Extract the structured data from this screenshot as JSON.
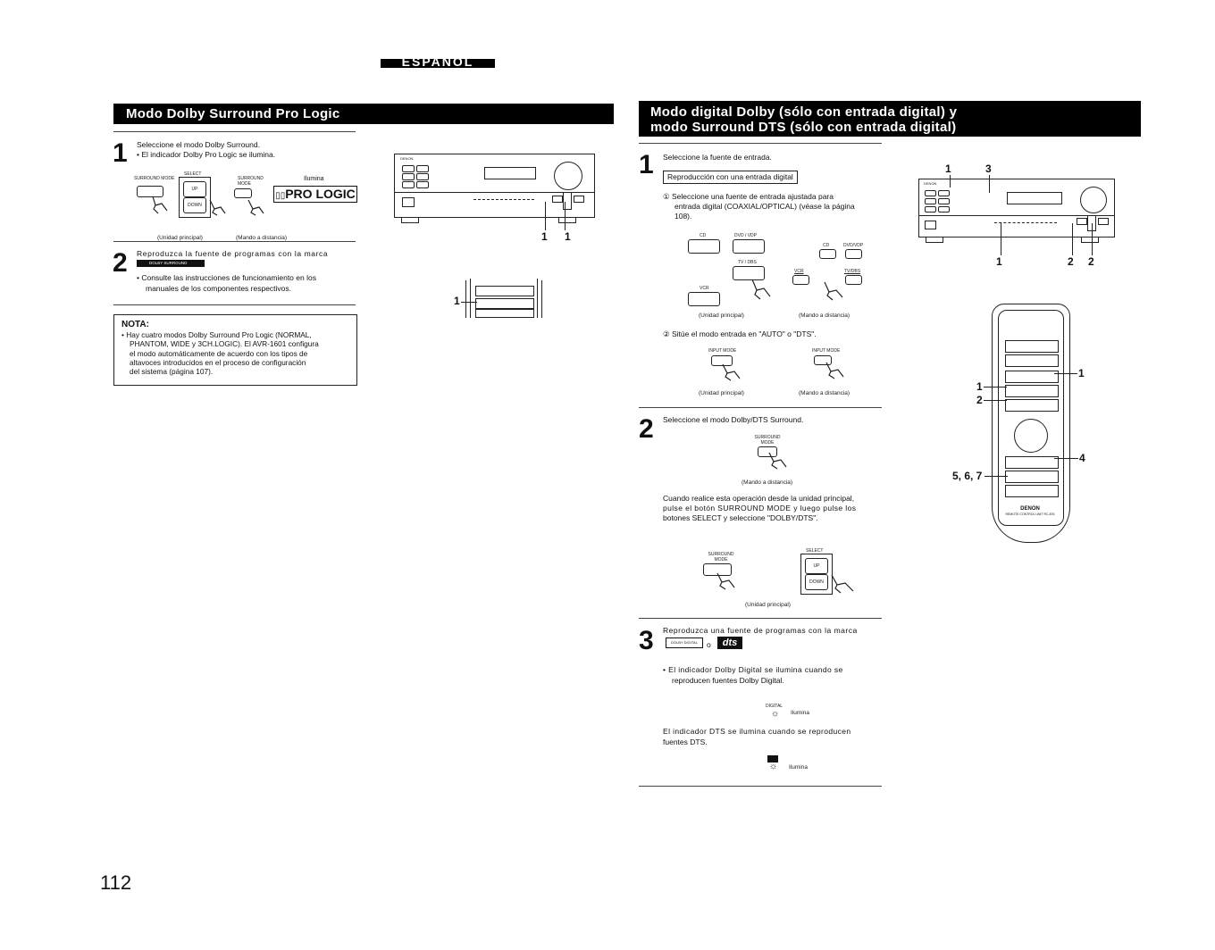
{
  "page": {
    "language_tab": "ESPAÑOL",
    "page_number": "112"
  },
  "left_section": {
    "title": "Modo Dolby Surround Pro Logic",
    "step1": {
      "num": "1",
      "line1": "Seleccione el modo Dolby Surround.",
      "line2": "• El indicador Dolby Pro Logic se ilumina.",
      "label_surround_mode": "SURROUND MODE",
      "label_select": "SELECT",
      "label_up": "UP",
      "label_down": "DOWN",
      "label_surround_mode2": "SURROUND MODE",
      "label_ilumina": "Ilumina",
      "pro_logic": "PRO LOGIC",
      "cap_main": "(Unidad principal)",
      "cap_remote": "(Mando a distancia)"
    },
    "step2": {
      "num": "2",
      "line1": "Reproduzca la fuente de programas con la marca",
      "mark": "DOLBY SURROUND",
      "line2": "• Consulte las instrucciones de funcionamiento en los",
      "line3": "manuales de los componentes respectivos."
    },
    "nota": {
      "title": "NOTA:",
      "lines": [
        "• Hay cuatro modos Dolby Surround Pro Logic (NORMAL,",
        "PHANTOM, WIDE y 3CH.LOGIC). El AVR-1601 configura",
        "el modo automáticamente de acuerdo con los tipos de",
        "altavoces introducidos en el proceso de configuración",
        "del sistema (página 107)."
      ]
    },
    "diagram": {
      "brand": "DENON",
      "callout_a": "1",
      "callout_b": "1",
      "callout_remote": "1"
    }
  },
  "right_section": {
    "title_line1": "Modo digital Dolby (sólo con entrada digital) y",
    "title_line2": "modo Surround DTS (sólo con entrada digital)",
    "step1": {
      "num": "1",
      "line": "Seleccione la fuente de entrada.",
      "boxed": "Reproducción con una entrada digital",
      "sub1_l1": "① Seleccione una fuente de entrada ajustada para",
      "sub1_l2": "entrada digital (COAXIAL/OPTICAL) (véase la página",
      "sub1_l3": "108).",
      "cd": "CD",
      "dvd": "DVD / VDP",
      "tvdbs": "TV / DBS",
      "vcr": "VCR",
      "cd2": "CD",
      "dvd2": "DVD/VDP",
      "vcr2": "VCR",
      "tvdbs2": "TV/DBS",
      "cap_main": "(Unidad principal)",
      "cap_remote": "(Mando a distancia)",
      "sub2": "② Sitúe el modo entrada en \"AUTO\" o \"DTS\".",
      "input_mode": "INPUT MODE",
      "input_mode2": "INPUT MODE",
      "cap_main2": "(Unidad principal)",
      "cap_remote2": "(Mando a distancia)"
    },
    "step2": {
      "num": "2",
      "line": "Seleccione el modo Dolby/DTS Surround.",
      "surround_mode": "SURROUND MODE",
      "cap_remote": "(Mando a distancia)",
      "para_l1": "Cuando realice esta operación desde la unidad principal,",
      "para_l2": "pulse el botón SURROUND MODE y luego pulse los",
      "para_l3": "botones SELECT y seleccione \"DOLBY/DTS\".",
      "surround_mode2": "SURROUND MODE",
      "select": "SELECT",
      "up": "UP",
      "down": "DOWN",
      "cap_main": "(Unidad principal)"
    },
    "step3": {
      "num": "3",
      "line": "Reproduzca una fuente de programas con la marca",
      "mark_dolby": "DOLBY DIGITAL",
      "o": "o",
      "mark_dts": "dts",
      "bullet_l1": "• El indicador Dolby Digital se ilumina cuando se",
      "bullet_l2": "reproducen fuentes Dolby Digital.",
      "digital": "DIGITAL",
      "ilumina1": "Ilumina",
      "para_l1": "El indicador DTS se ilumina cuando se reproducen",
      "para_l2": "fuentes DTS.",
      "ilumina2": "Ilumina"
    },
    "diagram": {
      "brand": "DENON",
      "top_1": "1",
      "top_3": "3",
      "bot_1": "1",
      "bot_2a": "2",
      "bot_2b": "2",
      "remote_brand": "DENON",
      "remote_sub": "REMOTE CONTROL UNIT RC-876",
      "r_1a": "1",
      "r_1b": "1",
      "r_2": "2",
      "r_4": "4",
      "r_567": "5, 6, 7"
    }
  }
}
